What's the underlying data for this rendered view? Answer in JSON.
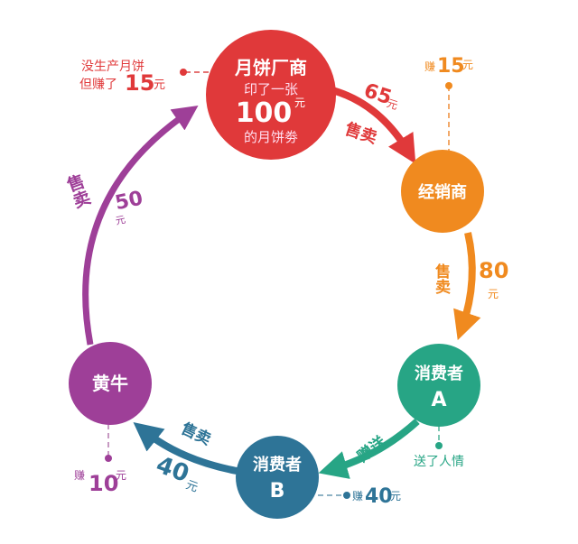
{
  "colors": {
    "manufacturer": "#e0393a",
    "distributor": "#f08a1f",
    "consumer_a": "#27a585",
    "consumer_b": "#2e7497",
    "scalper": "#9e3f98"
  },
  "nodes": {
    "manufacturer": {
      "title": "月饼厂商",
      "line2": "印了一张",
      "amount": "100",
      "unit": "元",
      "line4": "的月饼劵"
    },
    "distributor": {
      "title": "经销商"
    },
    "consumer_a": {
      "title": "消费者",
      "letter": "A"
    },
    "consumer_b": {
      "title": "消费者",
      "letter": "B"
    },
    "scalper": {
      "title": "黄牛"
    }
  },
  "edges": {
    "m_to_d": {
      "action": "售卖",
      "amount": "65",
      "unit": "元"
    },
    "d_to_a": {
      "action": "售卖",
      "amount": "80",
      "unit": "元"
    },
    "a_to_b": {
      "action": "赠送"
    },
    "b_to_s": {
      "action": "售卖",
      "amount": "40",
      "unit": "元"
    },
    "s_to_m": {
      "action": "售卖",
      "amount": "50",
      "unit": "元"
    }
  },
  "notes": {
    "manufacturer": {
      "line1": "没生产月饼",
      "prefix": "但赚了",
      "amount": "15",
      "unit": "元"
    },
    "distributor": {
      "prefix": "赚",
      "amount": "15",
      "unit": "元"
    },
    "consumer_a": {
      "text": "送了人情"
    },
    "consumer_b": {
      "prefix": "赚",
      "amount": "40",
      "unit": "元"
    },
    "scalper": {
      "prefix": "赚",
      "amount": "10",
      "unit": "元"
    }
  }
}
